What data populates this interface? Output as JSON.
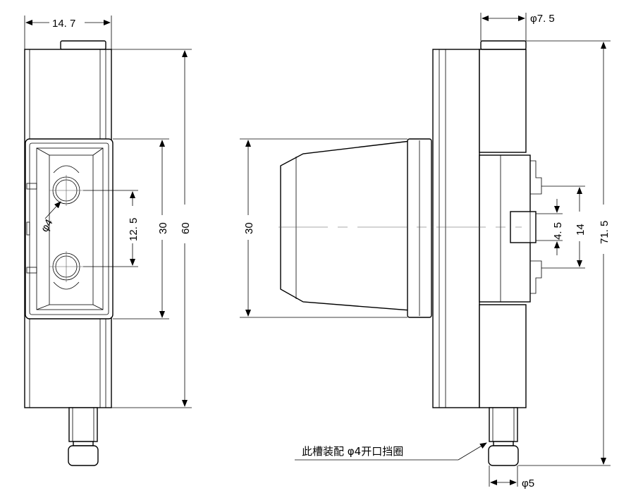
{
  "left_view": {
    "dim_width": "14. 7",
    "dim_height_total": "60",
    "dim_height_window": "30",
    "dim_hole_spacing": "12. 5",
    "dim_hole_dia": "φ4"
  },
  "right_view": {
    "dim_pin_top_dia": "φ7. 5",
    "dim_height_total": "71. 5",
    "dim_height_cap": "30",
    "dim_slot_outer": "14",
    "dim_slot_inner": "4. 5",
    "dim_pin_bottom_dia": "φ5",
    "note": "此槽装配 φ4开口挡圈"
  }
}
